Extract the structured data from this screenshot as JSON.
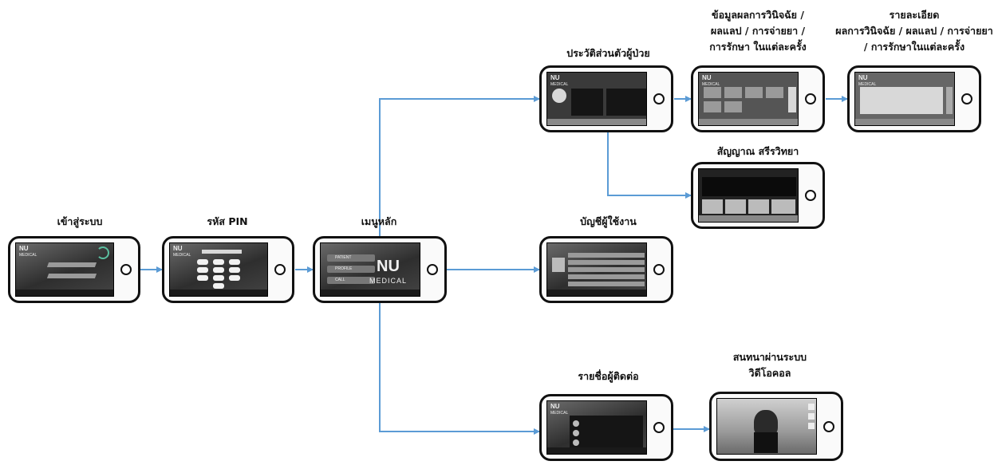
{
  "screens": {
    "login": "เข้าสู่ระบบ",
    "pin": "รหัส PIN",
    "main_menu": "เมนูหลัก",
    "patient_history": "ประวัติส่วนตัวผู้ป่วย",
    "diagnosis_list": "ข้อมูลผลการวินิจฉัย /\nผลแลป / การจ่ายยา /\nการรักษา ในแต่ละครั้ง",
    "diagnosis_detail": "รายละเอียด\nผลการวินิจฉัย / ผลแลป / การจ่ายยา\n/ การรักษาในแต่ละครั้ง",
    "vital_signs": "สัญญาณ สรีรวิทยา",
    "user_account": "บัญชีผู้ใช้งาน",
    "contact_list": "รายชื่อผู้ติดต่อ",
    "video_call": "สนทนาผ่านระบบ\nวิดีโอคอล"
  },
  "app_logo": {
    "line1": "NU",
    "line2": "MEDICAL"
  },
  "menu_buttons": [
    "PATIENT",
    "PROFILE",
    "CALL"
  ],
  "colors": {
    "arrow": "#5b9bd5",
    "phone_border": "#111111"
  }
}
